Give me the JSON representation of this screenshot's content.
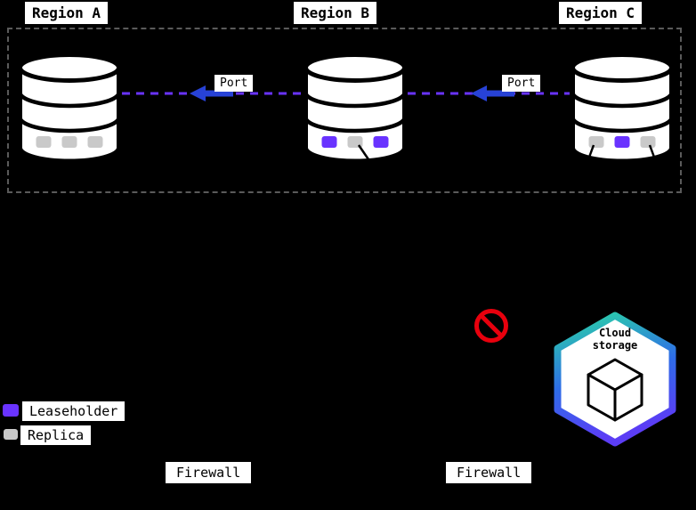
{
  "regions": [
    {
      "label": "Region A",
      "slots": [
        {
          "type": "replica",
          "color": "#c9c9c9"
        },
        {
          "type": "replica",
          "color": "#c9c9c9"
        },
        {
          "type": "replica",
          "color": "#c9c9c9"
        }
      ]
    },
    {
      "label": "Region B",
      "slots": [
        {
          "type": "leaseholder",
          "color": "#6933ff"
        },
        {
          "type": "replica",
          "color": "#c9c9c9"
        },
        {
          "type": "leaseholder",
          "color": "#6933ff"
        }
      ]
    },
    {
      "label": "Region C",
      "slots": [
        {
          "type": "replica",
          "color": "#c9c9c9"
        },
        {
          "type": "leaseholder",
          "color": "#6933ff"
        },
        {
          "type": "replica",
          "color": "#c9c9c9"
        }
      ]
    }
  ],
  "connections": [
    {
      "port_label": "Port",
      "direction": "left"
    },
    {
      "port_label": "Port",
      "direction": "left"
    }
  ],
  "legend": [
    {
      "label": "Leaseholder",
      "color": "#6933ff"
    },
    {
      "label": "Replica",
      "color": "#c9c9c9"
    }
  ],
  "cloud_storage": {
    "line1": "Cloud",
    "line2": "storage"
  },
  "firewalls": [
    {
      "label": "Firewall"
    },
    {
      "label": "Firewall"
    }
  ],
  "colors": {
    "background": "#000000",
    "dashed_link": "#6933ff",
    "port_arrow": "#2742d6",
    "prohibited_sign": "#e8000d",
    "hex_border_top": "#2ad8a4",
    "hex_border_mid": "#2e6ce8",
    "hex_border_bottom": "#5b3df5"
  }
}
